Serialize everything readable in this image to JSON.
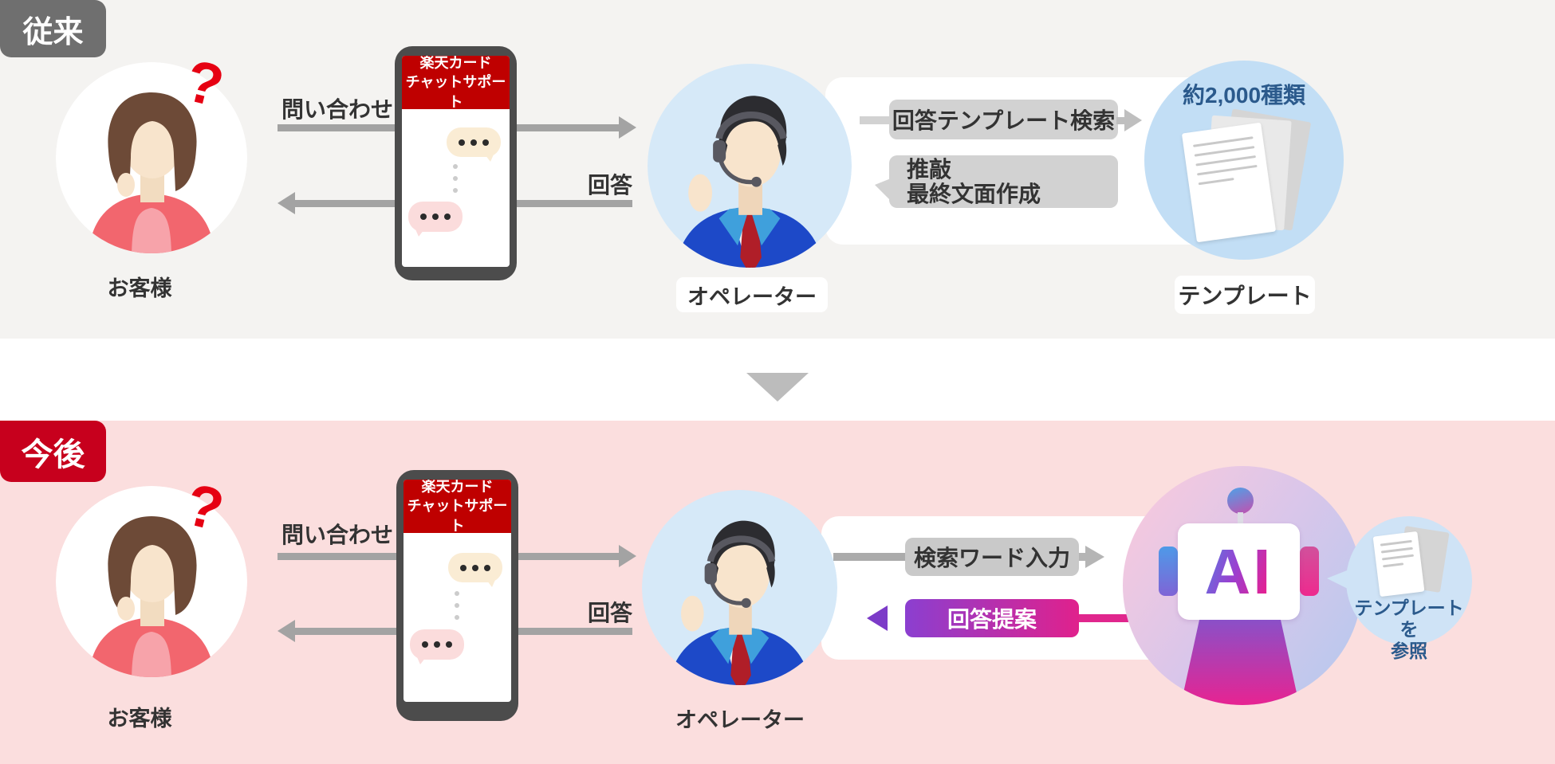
{
  "colors": {
    "rakuten_red": "#bf0000",
    "badge_red": "#c7001d",
    "badge_gray": "#6f6f6f",
    "section_before_bg": "#f4f3f1",
    "section_after_bg": "#fbdede",
    "band_white": "#ffffff",
    "arrow_gray": "#a3a3a3",
    "box_gray": "#d2d2d2",
    "purple": "#8b3fd0",
    "magenta": "#e0218c",
    "operator_circle_blue": "#d6e9f8",
    "template_circle_blue": "#c2def5",
    "note_bubble_blue": "#cfe3f6",
    "dark_text": "#333333",
    "blue_text": "#2b5a8c"
  },
  "before": {
    "badge": "従来",
    "customer_label": "お客様",
    "question_mark": "?",
    "inquiry_arrow_label": "問い合わせ",
    "answer_arrow_label": "回答",
    "phone_header_line1": "楽天カード",
    "phone_header_line2": "チャットサポート",
    "operator_label": "オペレーター",
    "step1_label": "回答テンプレート検索",
    "step2_line1": "推敲",
    "step2_line2": "最終文面作成",
    "template_count": "約2,000種類",
    "template_label": "テンプレート"
  },
  "after": {
    "badge": "今後",
    "customer_label": "お客様",
    "question_mark": "?",
    "inquiry_arrow_label": "問い合わせ",
    "answer_arrow_label": "回答",
    "phone_header_line1": "楽天カード",
    "phone_header_line2": "チャットサポート",
    "operator_label": "オペレーター",
    "step1_label": "検索ワード入力",
    "step2_label": "回答提案",
    "ai_label": "AI",
    "ai_note_line1": "テンプレートを",
    "ai_note_line2": "参照"
  }
}
